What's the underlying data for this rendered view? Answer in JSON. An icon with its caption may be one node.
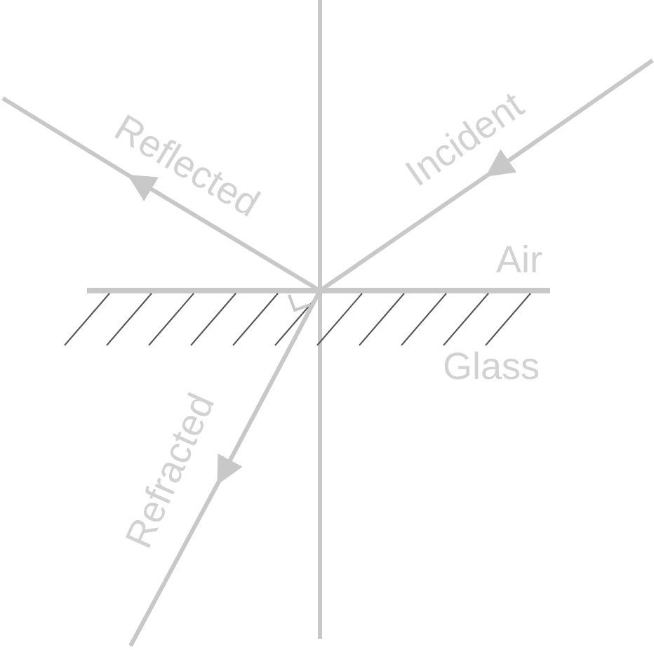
{
  "diagram": {
    "labels": [
      "Reflected",
      "Incident",
      "Air",
      "Glass",
      "Refracted"
    ]
  }
}
